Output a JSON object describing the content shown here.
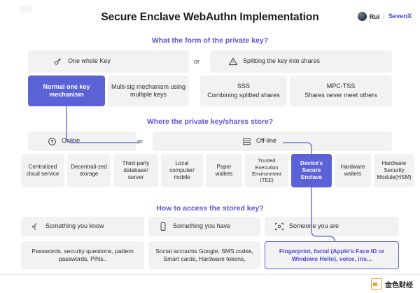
{
  "header": {
    "title": "Secure Enclave WebAuthn Implementation",
    "author": "Rui",
    "separator": "|",
    "org": "SevenX",
    "avatar_icon": "avatar-icon"
  },
  "sections": [
    {
      "question": "What the form of the private key?",
      "or_label": "or",
      "options": [
        {
          "icon": "key-icon",
          "label": "One whole Key"
        },
        {
          "icon": "warning-triangle-icon",
          "label": "Splitting the key into shares"
        }
      ],
      "cards": [
        {
          "label": "Normal one key mechanism",
          "highlight": true
        },
        {
          "label": "Multi-sig mechanism using multiple keys",
          "highlight": false
        },
        {
          "label": "SSS\nCombining splitted shares",
          "line1": "SSS",
          "line2": "Combining splitted shares",
          "highlight": false
        },
        {
          "label": "MPC-TSS\nShares never meet others",
          "line1": "MPC-TSS",
          "line2": "Shares never meet others",
          "highlight": false
        }
      ]
    },
    {
      "question": "Where the private key/shares store?",
      "or_label": "or",
      "options": [
        {
          "icon": "cloud-upload-icon",
          "label": "Online"
        },
        {
          "icon": "server-icon",
          "label": "Off-line"
        }
      ],
      "cards": [
        {
          "label": "Centralized cloud service",
          "highlight": false
        },
        {
          "label": "Decentrali-zed storage",
          "highlight": false
        },
        {
          "label": "Third-party database/ server",
          "highlight": false
        },
        {
          "label": "Local computer/ mobile",
          "highlight": false
        },
        {
          "label": "Paper wallets",
          "highlight": false
        },
        {
          "label": "Trusted Execution Environment (TEE)",
          "highlight": false
        },
        {
          "label": "Device's Secure Enclave",
          "highlight": true
        },
        {
          "label": "Hardware wallets",
          "highlight": false
        },
        {
          "label": "Hardware Security Module(HSM)",
          "highlight": false
        }
      ]
    },
    {
      "question": "How to access the stored key?",
      "options": [
        {
          "icon": "brain-icon",
          "label": "Something you know"
        },
        {
          "icon": "phone-icon",
          "label": "Something you have"
        },
        {
          "icon": "face-scan-icon",
          "label": "Someone you are"
        }
      ],
      "cards": [
        {
          "label": "Passwords, security questions, pattern passwords, PINs..",
          "highlight": false
        },
        {
          "label": "Social accounts Google, SMS codes, Smart cards, Hardware tokens,",
          "highlight": false
        },
        {
          "label": "Fingerprint, facial (Apple's Face ID or Windows Hello), voice, iris...",
          "highlight": true
        }
      ]
    }
  ],
  "footer": {
    "logo_icon": "jinse-logo-icon",
    "label": "金色财经"
  },
  "colors": {
    "accent": "#5b62d6",
    "question_text": "#5b54d6",
    "box_bg": "#f2f2f2",
    "brand_purple": "#4a4ad6",
    "footer_orange": "#e8a33d"
  }
}
